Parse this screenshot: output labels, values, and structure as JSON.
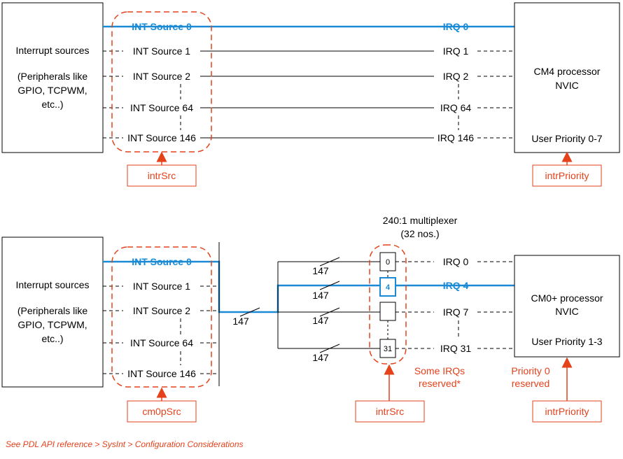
{
  "colors": {
    "highlight": "#1a8ad4",
    "annotation": "#e5411b",
    "line": "#000000"
  },
  "top": {
    "sources_title": "Interrupt sources",
    "sources_desc": [
      "(Peripherals like",
      "GPIO, TCPWM,",
      "etc..)"
    ],
    "int_sources": [
      "INT Source 0",
      "INT Source 1",
      "INT Source 2",
      "INT Source 64",
      "INT Source 146"
    ],
    "irqs": [
      "IRQ 0",
      "IRQ 1",
      "IRQ 2",
      "IRQ 64",
      "IRQ 146"
    ],
    "processor": [
      "CM4 processor",
      "NVIC"
    ],
    "priority": "User Priority 0-7",
    "src_tag": "intrSrc",
    "prio_tag": "intrPriority"
  },
  "bottom": {
    "sources_title": "Interrupt sources",
    "sources_desc": [
      "(Peripherals like",
      "GPIO, TCPWM,",
      "etc..)"
    ],
    "int_sources": [
      "INT Source 0",
      "INT Source 1",
      "INT Source 2",
      "INT Source 64",
      "INT Source 146"
    ],
    "bus_width": "147",
    "mux_title": [
      "240:1 multiplexer",
      "(32 nos.)"
    ],
    "mux_ids": [
      "0",
      "4",
      "",
      "31"
    ],
    "irqs": [
      "IRQ 0",
      "IRQ 4",
      "IRQ 7",
      "IRQ 31"
    ],
    "processor": [
      "CM0+ processor",
      "NVIC"
    ],
    "priority": "User Priority 1-3",
    "reserved_irqs": [
      "Some IRQs",
      "reserved*"
    ],
    "reserved_priority": [
      "Priority 0",
      "reserved"
    ],
    "src_tag": "cm0pSrc",
    "mux_tag": "intrSrc",
    "prio_tag": "intrPriority"
  },
  "footnote": "See PDL API reference > SysInt > Configuration Considerations"
}
